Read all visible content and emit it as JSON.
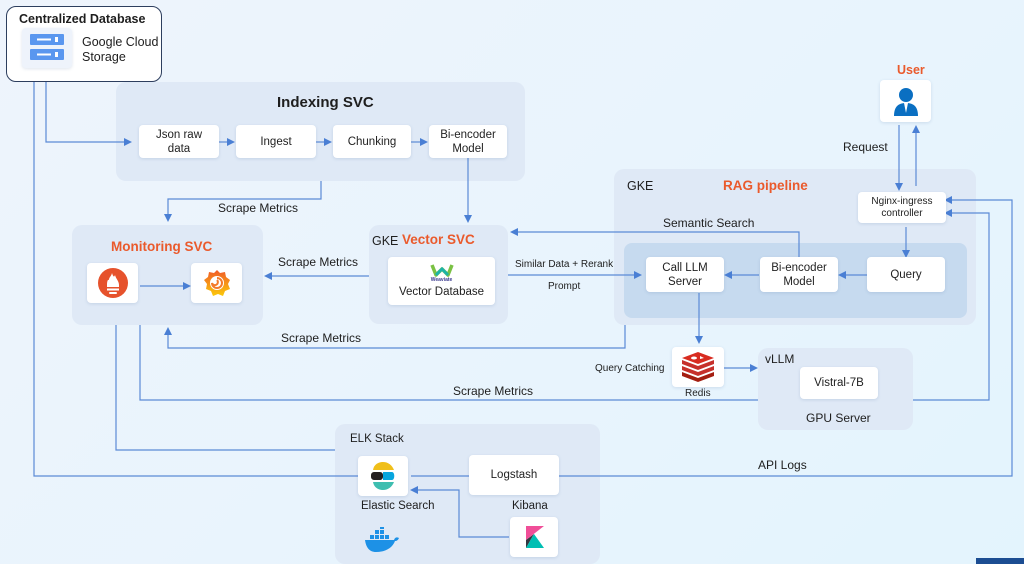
{
  "centralized_db": {
    "title": "Centralized Database",
    "service": "Google Cloud Storage",
    "service_line1": "Google Cloud",
    "service_line2": "Storage",
    "icon": "server-storage-icon"
  },
  "indexing": {
    "title": "Indexing SVC",
    "steps": [
      {
        "line1": "Json raw",
        "line2": "data"
      },
      {
        "line1": "Ingest",
        "line2": ""
      },
      {
        "line1": "Chunking",
        "line2": ""
      },
      {
        "line1": "Bi-encoder",
        "line2": "Model"
      }
    ]
  },
  "monitoring": {
    "title": "Monitoring SVC",
    "icons": [
      "prometheus-icon",
      "grafana-icon"
    ]
  },
  "vector_svc": {
    "prefix": "GKE",
    "title": "Vector SVC",
    "logo_text": "Weaviate",
    "db_label": "Vector Database"
  },
  "rag": {
    "prefix": "GKE",
    "title": "RAG pipeline",
    "nginx": {
      "line1": "Nginx-ingress",
      "line2": "controller"
    },
    "call_llm": {
      "line1": "Call LLM",
      "line2": "Server"
    },
    "bi_encoder": {
      "line1": "Bi-encoder",
      "line2": "Model"
    },
    "query": "Query"
  },
  "user": {
    "title": "User",
    "icon": "user-icon"
  },
  "redis": {
    "label": "Redis",
    "icon": "redis-icon"
  },
  "vllm": {
    "title": "vLLM",
    "model": "Vistral-7B",
    "server": "GPU Server"
  },
  "elk": {
    "title": "ELK Stack",
    "elastic": "Elastic Search",
    "logstash": "Logstash",
    "kibana": "Kibana",
    "docker_icon": "docker-icon"
  },
  "edges": {
    "scrape_metrics_indexing": "Scrape Metrics",
    "scrape_metrics_vector": "Scrape Metrics",
    "scrape_metrics_rag": "Scrape Metrics",
    "scrape_metrics_gpu": "Scrape Metrics",
    "request": "Request",
    "semantic_search": "Semantic Search",
    "similar_data": "Similar Data + Rerank",
    "prompt": "Prompt",
    "query_caching": "Query Catching",
    "api_logs": "API Logs"
  },
  "colors": {
    "accent_orange": "#ea5a2c",
    "wire_blue": "#4a7fd4",
    "group_bg": "#dfe9f6",
    "inner_group_bg": "#c6daef"
  }
}
